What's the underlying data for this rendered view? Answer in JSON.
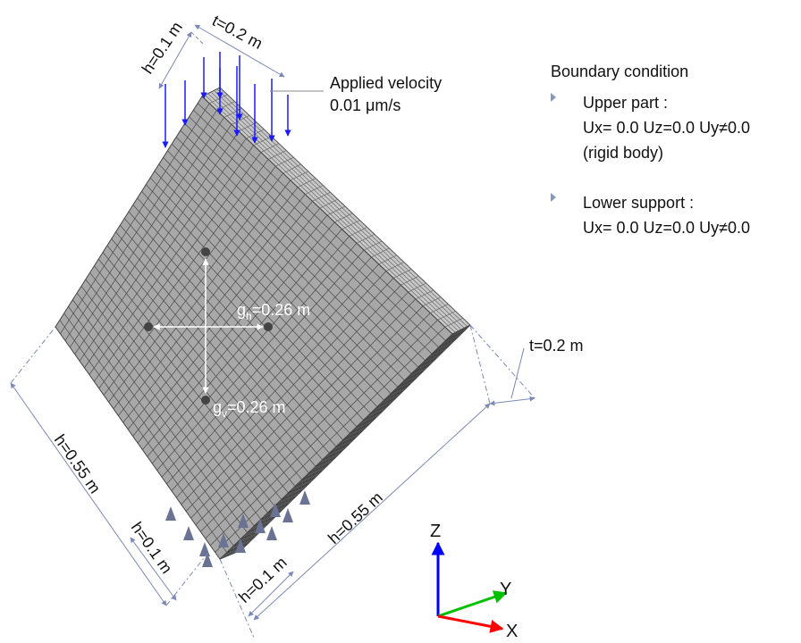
{
  "applied_velocity": {
    "label": "Applied velocity",
    "value": "0.01 μm/s"
  },
  "dimensions": {
    "top_h": "h=0.1 m",
    "top_t": "t=0.2 m",
    "right_t": "t=0.2 m",
    "left_h": "h=0.55 m",
    "right_h": "h=0.55 m",
    "bottom_left_h": "h=0.1 m",
    "bottom_right_h": "h=0.1 m"
  },
  "gauges": {
    "gh_base": "g",
    "gh_sub": "h",
    "gh_value": "=0.26 m",
    "gv_base": "g",
    "gv_sub": "v",
    "gv_value": "=0.26 m"
  },
  "axes": {
    "z": "Z",
    "y": "Y",
    "x": "X"
  },
  "boundary": {
    "title": "Boundary condition",
    "upper_label": "Upper part :",
    "upper_line1": "Ux= 0.0 Uz=0.0 Uy≠0.0",
    "upper_line2": "(rigid body)",
    "lower_label": "Lower support :",
    "lower_line1": "Ux= 0.0 Uz=0.0 Uy≠0.0"
  },
  "colors": {
    "mesh_front": "#a8a8a8",
    "mesh_side": "#6c6c6c",
    "mesh_top": "#c8c8c8",
    "load_arrow": "#1a1aff",
    "support": "#6b7394",
    "dimension_line": "#7b88b8",
    "axis_z": "#0000ff",
    "axis_y": "#00c000",
    "axis_x": "#ff0000"
  },
  "icons": [
    "load-arrow-icon",
    "support-triangle-icon",
    "bullet-arrow-icon"
  ]
}
